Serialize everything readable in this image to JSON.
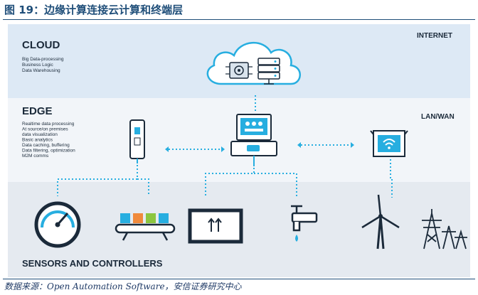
{
  "figure_title": "图 19：边缘计算连接云计算和终端层",
  "source": "数据来源：Open Automation Software，安信证券研究中心",
  "cloud": {
    "title": "CLOUD",
    "tag": "INTERNET",
    "items": [
      "Big Data-processing",
      "Business Logic",
      "Data Warehousing"
    ]
  },
  "edge": {
    "title": "EDGE",
    "tag": "LAN/WAN",
    "items": [
      "Realtime data processing",
      "At source/on premises",
      "data visualization",
      "Basic analytics",
      "Data caching, buffering",
      "Data filtering, optimization",
      "M2M comms"
    ]
  },
  "sensors": {
    "title": "SENSORS AND CONTROLLERS"
  },
  "colors": {
    "cloud_band": "#dde9f5",
    "edge_band": "#f2f5f9",
    "sensor_band": "#e5eaf0",
    "accent": "#27aee0",
    "navy": "#1b2a3a",
    "title": "#1f4e79"
  },
  "icons": [
    "cloud-icon",
    "server-chip-icon",
    "database-stack-icon",
    "edge-sensor-device-icon",
    "edge-gateway-icon",
    "wireless-router-icon",
    "pressure-gauge-icon",
    "conveyor-belt-icon",
    "package-box-icon",
    "water-tap-icon",
    "wind-turbine-icon",
    "power-tower-icon"
  ]
}
